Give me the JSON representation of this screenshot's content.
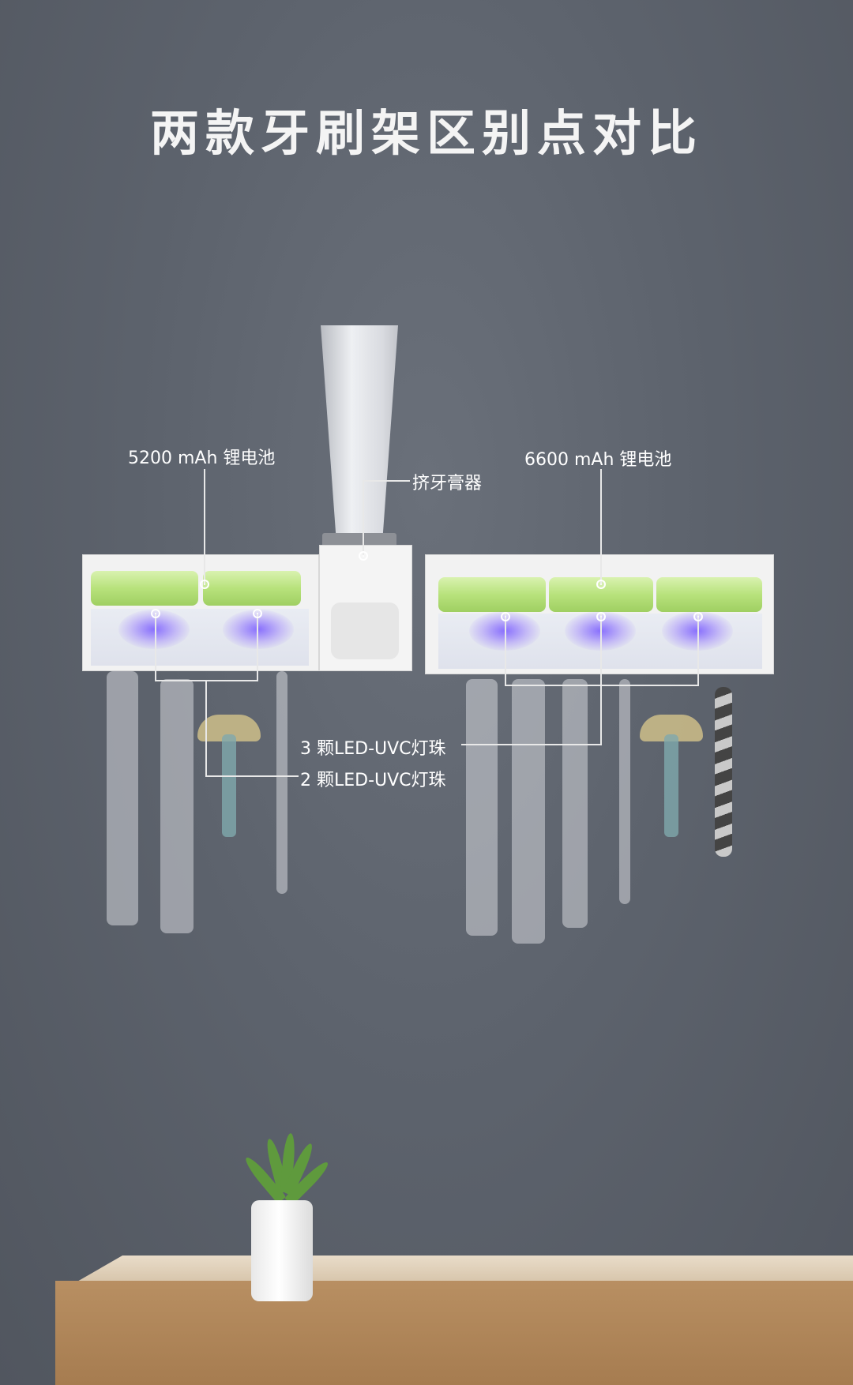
{
  "title": "两款牙刷架区别点对比",
  "labels": {
    "left_battery": "5200 mAh 锂电池",
    "right_battery": "6600 mAh 锂电池",
    "dispenser": "挤牙膏器",
    "three_leds": "3 颗LED-UVC灯珠",
    "two_leds": "2 颗LED-UVC灯珠"
  },
  "colors": {
    "wall": "#5c626c",
    "battery": "#b8e27c",
    "uv_glow": "#7a5cff",
    "table_top": "#e3d4bd",
    "table_front": "#b08458"
  }
}
